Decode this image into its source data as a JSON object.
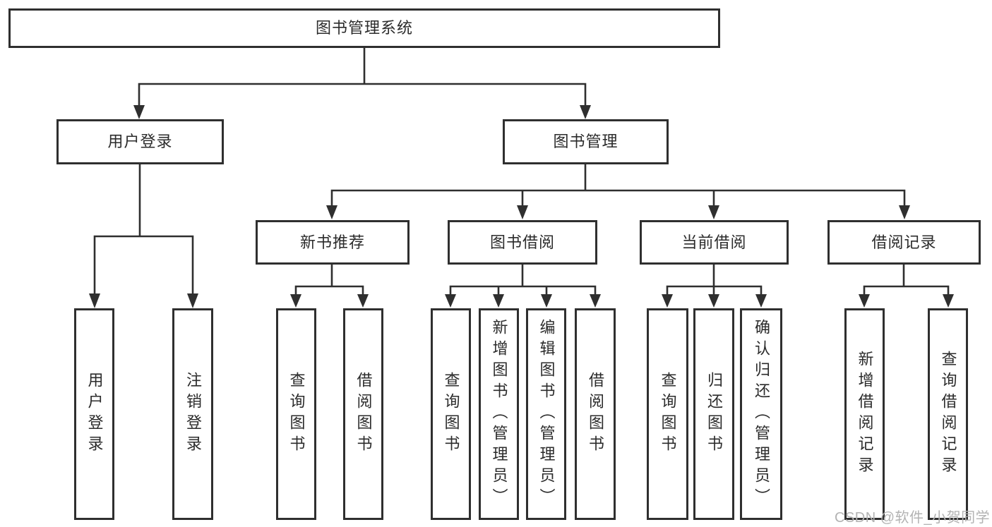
{
  "diagram": {
    "root_label": "图书管理系统",
    "branches": [
      {
        "label": "用户登录",
        "children": [
          {
            "label": "用户登录"
          },
          {
            "label": "注销登录"
          }
        ]
      },
      {
        "label": "图书管理",
        "children": [
          {
            "label": "新书推荐",
            "children": [
              {
                "label": "查询图书"
              },
              {
                "label": "借阅图书"
              }
            ]
          },
          {
            "label": "图书借阅",
            "children": [
              {
                "label": "查询图书"
              },
              {
                "label": "新增图书（管理员）"
              },
              {
                "label": "编辑图书（管理员）"
              },
              {
                "label": "借阅图书"
              }
            ]
          },
          {
            "label": "当前借阅",
            "children": [
              {
                "label": "查询图书"
              },
              {
                "label": "归还图书"
              },
              {
                "label": "确认归还（管理员）"
              }
            ]
          },
          {
            "label": "借阅记录",
            "children": [
              {
                "label": "新增借阅记录"
              },
              {
                "label": "查询借阅记录"
              }
            ]
          }
        ]
      }
    ]
  },
  "watermark": {
    "text": "CSDN @软件_小贺同学"
  },
  "colors": {
    "line": "#2f2f2f",
    "text": "#2b2b2b",
    "watermark": "#b3b3b3",
    "background": "#ffffff"
  }
}
